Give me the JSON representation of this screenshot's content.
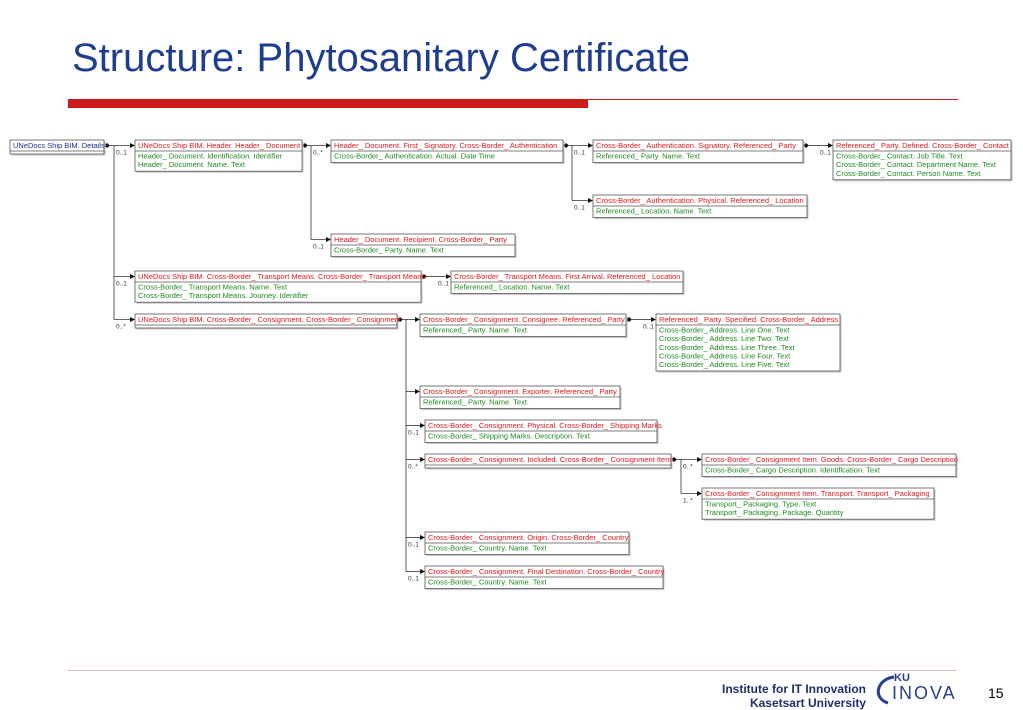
{
  "slide": {
    "title": "Structure: Phytosanitary Certificate",
    "footer_line1": "Institute for IT Innovation",
    "footer_line2": "Kasetsart University",
    "logo_text": "KU INOVA",
    "page_number": "15"
  },
  "colors": {
    "title": "#1f3d8f",
    "accent_red": "#cc1b1b",
    "root_text": "#1a2d8c",
    "box_title": "#e0191e",
    "box_field": "#1f8a1f"
  },
  "diagram": {
    "boxes": [
      {
        "id": "root",
        "title": "UNeDocs Ship BIM. Details",
        "fields": []
      },
      {
        "id": "hdr",
        "title": "UNeDocs Ship BIM. Header. Header_ Document",
        "fields": [
          "Header_ Document. Identification. Identifier",
          "Header_ Document. Name. Text"
        ]
      },
      {
        "id": "sig",
        "title": "Header_ Document. First_ Signatory. Cross-Border_ Authentication",
        "fields": [
          "Cross-Border_ Authentication. Actual. Date Time"
        ]
      },
      {
        "id": "refp1",
        "title": "Cross-Border_ Authentication. Signatory. Referenced_ Party",
        "fields": [
          "Referenced_ Party. Name. Text"
        ]
      },
      {
        "id": "contact",
        "title": "Referenced_ Party. Defined. Cross-Border_ Contact",
        "fields": [
          "Cross-Border_ Contact. Job Title. Text",
          "Cross-Border_ Contact. Department Name. Text",
          "Cross-Border_ Contact. Person Name. Text"
        ]
      },
      {
        "id": "loc1",
        "title": "Cross-Border_ Authentication. Physical. Referenced_ Location",
        "fields": [
          "Referenced_ Location. Name. Text"
        ]
      },
      {
        "id": "recip",
        "title": "Header_ Document. Recipient. Cross-Border_ Party",
        "fields": [
          "Cross-Border_ Party. Name. Text"
        ]
      },
      {
        "id": "tm",
        "title": "UNeDocs Ship BIM. Cross-Border_ Transport Means. Cross-Border_ Transport Means",
        "fields": [
          "Cross-Border_ Transport Means. Name. Text",
          "Cross-Border_ Transport Means. Journey. Identifier"
        ]
      },
      {
        "id": "arrival",
        "title": "Cross-Border_ Transport Means. First Arrival. Referenced_ Location",
        "fields": [
          "Referenced_ Location. Name. Text"
        ]
      },
      {
        "id": "cons",
        "title": "UNeDocs Ship BIM. Cross-Border_ Consignment. Cross-Border_ Consignment",
        "fields": []
      },
      {
        "id": "consignee",
        "title": "Cross-Border_ Consignment. Consignee. Referenced_ Party",
        "fields": [
          "Referenced_ Party. Name. Text"
        ]
      },
      {
        "id": "address",
        "title": "Referenced_ Party. Specified. Cross-Border_ Address",
        "fields": [
          "Cross-Border_ Address. Line One. Text",
          "Cross-Border_ Address. Line Two. Text",
          "Cross-Border_ Address. Line Three. Text",
          "Cross-Border_ Address. Line Four. Text",
          "Cross-Border_ Address. Line Five. Text"
        ]
      },
      {
        "id": "exporter",
        "title": "Cross-Border_ Consignment. Exporter. Referenced_ Party",
        "fields": [
          "Referenced_ Party. Name. Text"
        ]
      },
      {
        "id": "marks",
        "title": "Cross-Border_ Consignment. Physical. Cross-Border_ Shipping Marks",
        "fields": [
          "Cross-Border_ Shipping Marks. Description. Text"
        ]
      },
      {
        "id": "item",
        "title": "Cross-Border_ Consignment. Included. Cross-Border_ Consignment Item",
        "fields": []
      },
      {
        "id": "cargo",
        "title": "Cross-Border_ Consignment Item. Goods. Cross-Border_ Cargo Description",
        "fields": [
          "Cross-Border_ Cargo Description. Identification. Text"
        ]
      },
      {
        "id": "pack",
        "title": "Cross-Border_ Consignment Item. Transport. Transport_ Packaging",
        "fields": [
          "Transport_ Packaging. Type. Text",
          "Transport_ Packaging. Package. Quantity"
        ]
      },
      {
        "id": "origin",
        "title": "Cross-Border_ Consignment. Origin. Cross-Border_ Country",
        "fields": [
          "Cross-Border_ Country. Name. Text"
        ]
      },
      {
        "id": "dest",
        "title": "Cross-Border_ Consignment. Final Destination. Cross-Border_ Country",
        "fields": [
          "Cross-Border_ Country. Name. Text"
        ]
      }
    ],
    "connectors": [
      {
        "from": "root",
        "to": "hdr",
        "mult": "0..1"
      },
      {
        "from": "root",
        "to": "tm",
        "mult": "0..1"
      },
      {
        "from": "root",
        "to": "cons",
        "mult": "0..*"
      },
      {
        "from": "hdr",
        "to": "sig",
        "mult": "0..*"
      },
      {
        "from": "hdr",
        "to": "recip",
        "mult": "0..1"
      },
      {
        "from": "sig",
        "to": "refp1",
        "mult": "0..1"
      },
      {
        "from": "sig",
        "to": "loc1",
        "mult": "0..1"
      },
      {
        "from": "refp1",
        "to": "contact",
        "mult": "0..1"
      },
      {
        "from": "tm",
        "to": "arrival",
        "mult": "0..1"
      },
      {
        "from": "cons",
        "to": "consignee",
        "mult": ""
      },
      {
        "from": "cons",
        "to": "exporter",
        "mult": ""
      },
      {
        "from": "cons",
        "to": "marks",
        "mult": "0..1"
      },
      {
        "from": "cons",
        "to": "item",
        "mult": "0..*"
      },
      {
        "from": "cons",
        "to": "origin",
        "mult": "0..1"
      },
      {
        "from": "cons",
        "to": "dest",
        "mult": "0..1"
      },
      {
        "from": "consignee",
        "to": "address",
        "mult": "0..1"
      },
      {
        "from": "item",
        "to": "cargo",
        "mult": "0..*"
      },
      {
        "from": "item",
        "to": "pack",
        "mult": "1..*"
      }
    ]
  }
}
